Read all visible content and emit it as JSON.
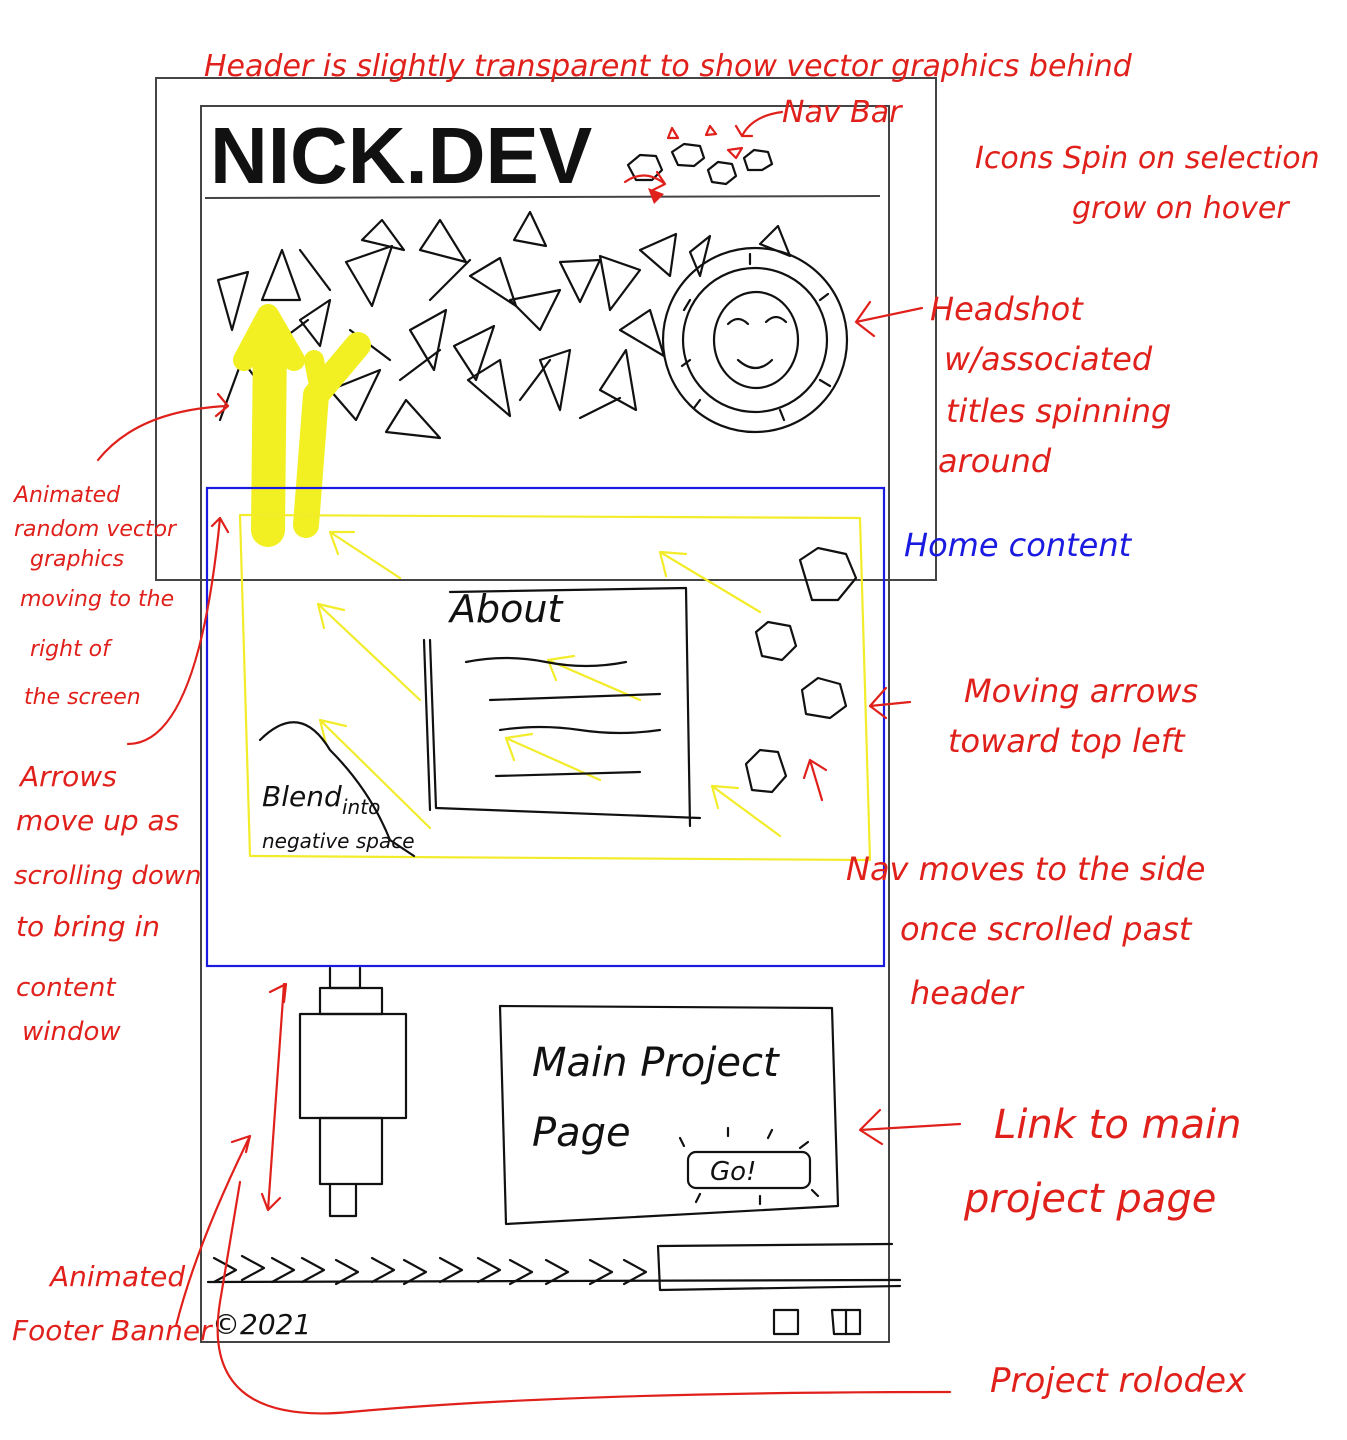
{
  "logo": "NICK.DEV",
  "about_title": "About",
  "blend_note": [
    "Blend",
    "into",
    "negative space"
  ],
  "project_card": {
    "title_line1": "Main Project",
    "title_line2": "Page",
    "button": "Go!"
  },
  "footer_copyright": "©2021",
  "annotations": {
    "header_transparent": "Header is slightly transparent to show vector graphics behind",
    "nav_bar": "Nav Bar",
    "icons_spin": [
      "Icons Spin on selection",
      "grow on hover"
    ],
    "headshot": [
      "Headshot",
      "w/associated",
      "titles spinning",
      "around"
    ],
    "home_content": "Home content",
    "animated_vectors": [
      "Animated",
      "random vector",
      "graphics",
      "moving to the",
      "right of",
      "the screen"
    ],
    "moving_arrows": [
      "Moving arrows",
      "toward top left"
    ],
    "arrows_move_up": [
      "Arrows",
      "move up as",
      "scrolling down",
      "to bring in",
      "content",
      "window"
    ],
    "nav_side": [
      "Nav moves to the side",
      "once scrolled past",
      "header"
    ],
    "link_project": [
      "Link to main",
      "project page"
    ],
    "footer_banner": [
      "Animated",
      "Footer Banner"
    ],
    "project_rolodex": "Project rolodex"
  },
  "colors": {
    "annotation": "#e0201b",
    "home_content": "#1a1ae0",
    "arrows": "#f2ec2a",
    "ink": "#111111"
  }
}
